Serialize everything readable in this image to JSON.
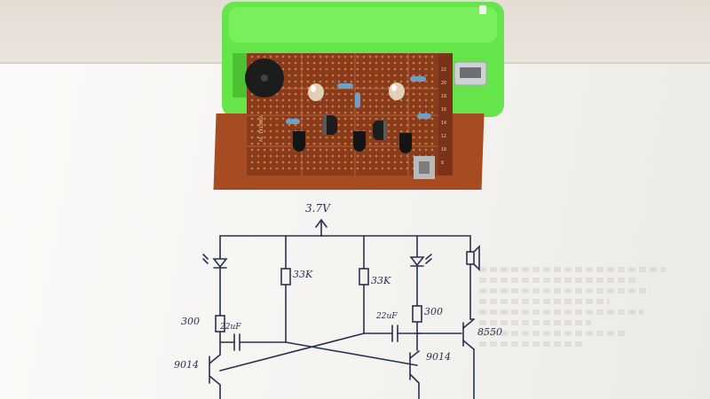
{
  "photo": {
    "subject": "transistor multivibrator circuit on perfboard with hand-drawn schematic",
    "enclosure_color": "#66e54a",
    "board_color": "#8a3b1c",
    "paper_color": "#f6f5f2",
    "ink_color": "#2a3150"
  },
  "schematic": {
    "supply_label": "3.7V",
    "r_left_led": "300",
    "r_left_base": "33K",
    "r_right_base": "33K",
    "r_right_led": "300",
    "cap_left": "22uF",
    "cap_right": "22uF",
    "transistor_left": "9014",
    "transistor_mid": "9014",
    "transistor_right": "8550"
  },
  "board": {
    "silk_text": "YONGTAI 5V"
  }
}
